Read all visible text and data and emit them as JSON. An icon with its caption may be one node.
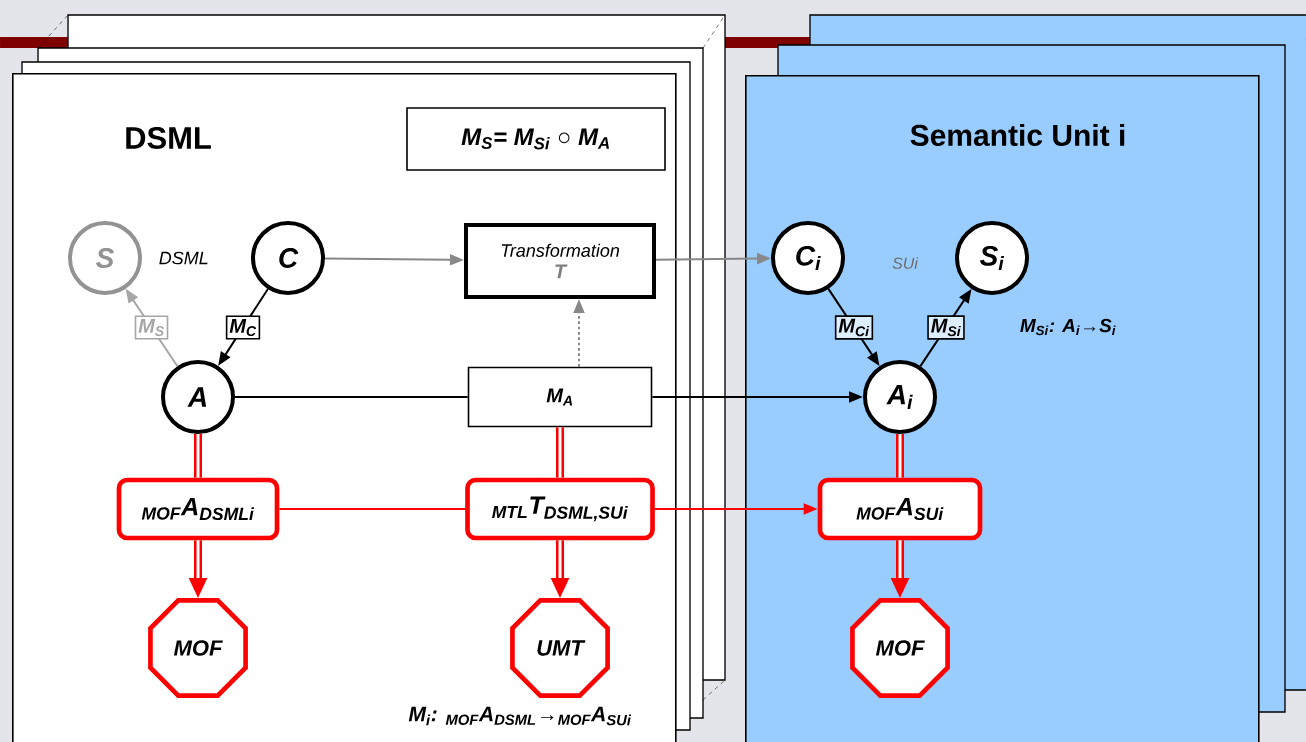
{
  "diagram": {
    "nodes": [
      {
        "text": [
          "DSML"
        ]
      },
      {
        "text": [
          "M$_{S}$= M$_{Si}$ ○ M$_{A}$"
        ],
        "in": 0
      },
      {
        "text": [
          "S"
        ],
        "beside": [
          "DSML"
        ],
        "in": 0
      },
      {
        "text": [
          "C"
        ],
        "in": 0
      },
      {
        "text": [
          "Transformation",
          "T"
        ],
        "in": 0
      },
      {
        "text": [
          "A"
        ],
        "in": 0
      },
      {
        "text": [
          "M$_{A}$"
        ],
        "in": 0
      },
      {
        "text": [
          "$_{MOF}$A$_{DSMLi}$"
        ],
        "in": 0
      },
      {
        "text": [
          "$_{MTL}$T$_{DSML,SUi}$"
        ],
        "in": 0
      },
      {
        "text": [
          "MOF"
        ],
        "in": 0
      },
      {
        "text": [
          "UMT"
        ],
        "in": 0
      },
      {
        "text": [
          "Semantic Unit i"
        ]
      },
      {
        "text": [
          "C$_{i}$"
        ],
        "in": 11
      },
      {
        "text": [
          "S$_{i}$"
        ],
        "in": 11
      },
      {
        "text": [
          "A$_{i}$"
        ],
        "in": 11
      },
      {
        "text": [
          "$_{MOF}$A$_{SUi}$"
        ],
        "in": 11
      },
      {
        "text": [
          "MOF"
        ],
        "in": 11
      }
    ],
    "edges": [
      {
        "from": 3,
        "to": 4,
        "arrow": "to",
        "color": "#888888"
      },
      {
        "from": 4,
        "to": 12,
        "arrow": "to",
        "color": "#888888"
      },
      {
        "from": 3,
        "to": 5,
        "arrow": "to",
        "label": "M$_{C}$",
        "color": "#000000"
      },
      {
        "from": 5,
        "to": 2,
        "arrow": "to",
        "label": "M$_{S}$",
        "color": "#a6a6a6"
      },
      {
        "from": 5,
        "to": 6,
        "arrow": "none",
        "color": "#000000"
      },
      {
        "from": 6,
        "to": 14,
        "arrow": "to",
        "color": "#000000"
      },
      {
        "from": 6,
        "to": 4,
        "arrow": "to",
        "style": "dashed",
        "color": "#888888"
      },
      {
        "from": 12,
        "to": 14,
        "arrow": "to",
        "label": "M$_{Ci}$",
        "color": "#000000"
      },
      {
        "from": 14,
        "to": 13,
        "arrow": "to",
        "label": "M$_{Si}$",
        "color": "#000000"
      },
      {
        "from": 5,
        "to": 7,
        "arrow": "none",
        "style": "thick",
        "color": "#ff0000"
      },
      {
        "from": 7,
        "to": 9,
        "arrow": "to",
        "style": "thick",
        "color": "#ff0000"
      },
      {
        "from": 6,
        "to": 8,
        "arrow": "none",
        "style": "thick",
        "color": "#ff0000"
      },
      {
        "from": 8,
        "to": 10,
        "arrow": "to",
        "style": "thick",
        "color": "#ff0000"
      },
      {
        "from": 14,
        "to": 15,
        "arrow": "none",
        "style": "thick",
        "color": "#ff0000"
      },
      {
        "from": 15,
        "to": 16,
        "arrow": "to",
        "style": "thick",
        "color": "#ff0000"
      },
      {
        "from": 7,
        "to": 8,
        "arrow": "none",
        "color": "#ff0000"
      },
      {
        "from": 8,
        "to": 15,
        "arrow": "to",
        "color": "#ff0000"
      }
    ],
    "labels": [
      "M$_{i}$: $_{MOF}$A$_{DSML}$→$_{MOF}$A$_{SUi}$",
      "SUi",
      "M$_{Si}$: A$_{i}$→S$_{i}$"
    ]
  }
}
